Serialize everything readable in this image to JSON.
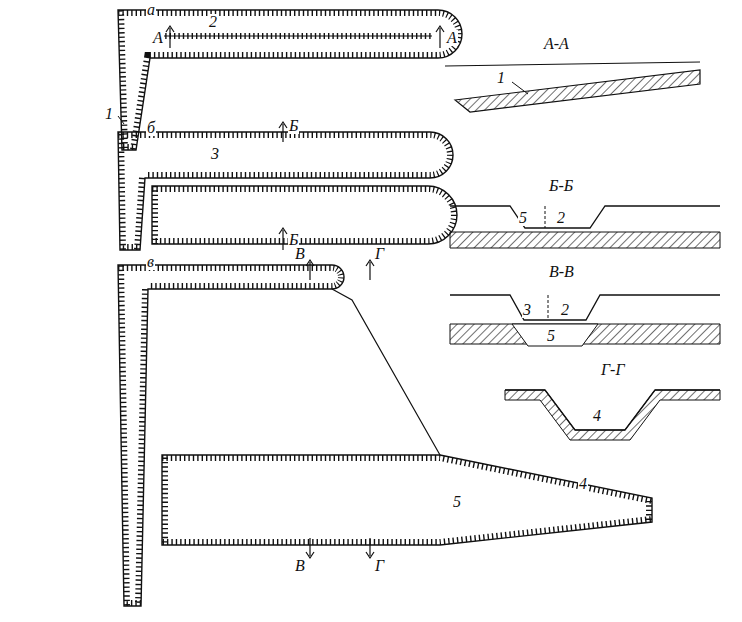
{
  "diagram": {
    "labels": [
      "а",
      "А",
      "2",
      "А",
      "1",
      "А-А",
      "1",
      "б",
      "Б",
      "3",
      "Б-Б",
      "5",
      "2",
      "Б",
      "В-В",
      "3",
      "2",
      "5",
      "в",
      "В",
      "Г",
      "Г-Г",
      "4",
      "4",
      "5",
      "В",
      "Г"
    ]
  }
}
